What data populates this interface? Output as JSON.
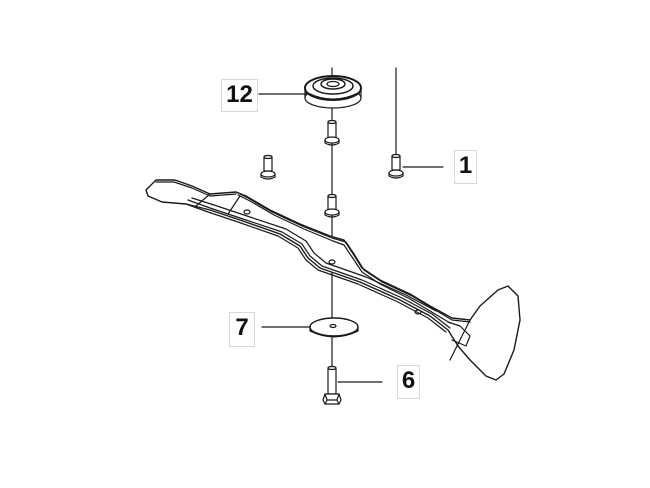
{
  "diagram": {
    "type": "exploded-parts-view",
    "subject": "mower blade assembly",
    "line_color": "#1a1a1a",
    "label_border_color": "#d8d8d8",
    "callouts": [
      {
        "id": "12",
        "label": "12",
        "part": "blade adapter / hub"
      },
      {
        "id": "1",
        "label": "1",
        "part": "screw (flanged)"
      },
      {
        "id": "7",
        "label": "7",
        "part": "washer"
      },
      {
        "id": "6",
        "label": "6",
        "part": "bolt"
      }
    ]
  }
}
